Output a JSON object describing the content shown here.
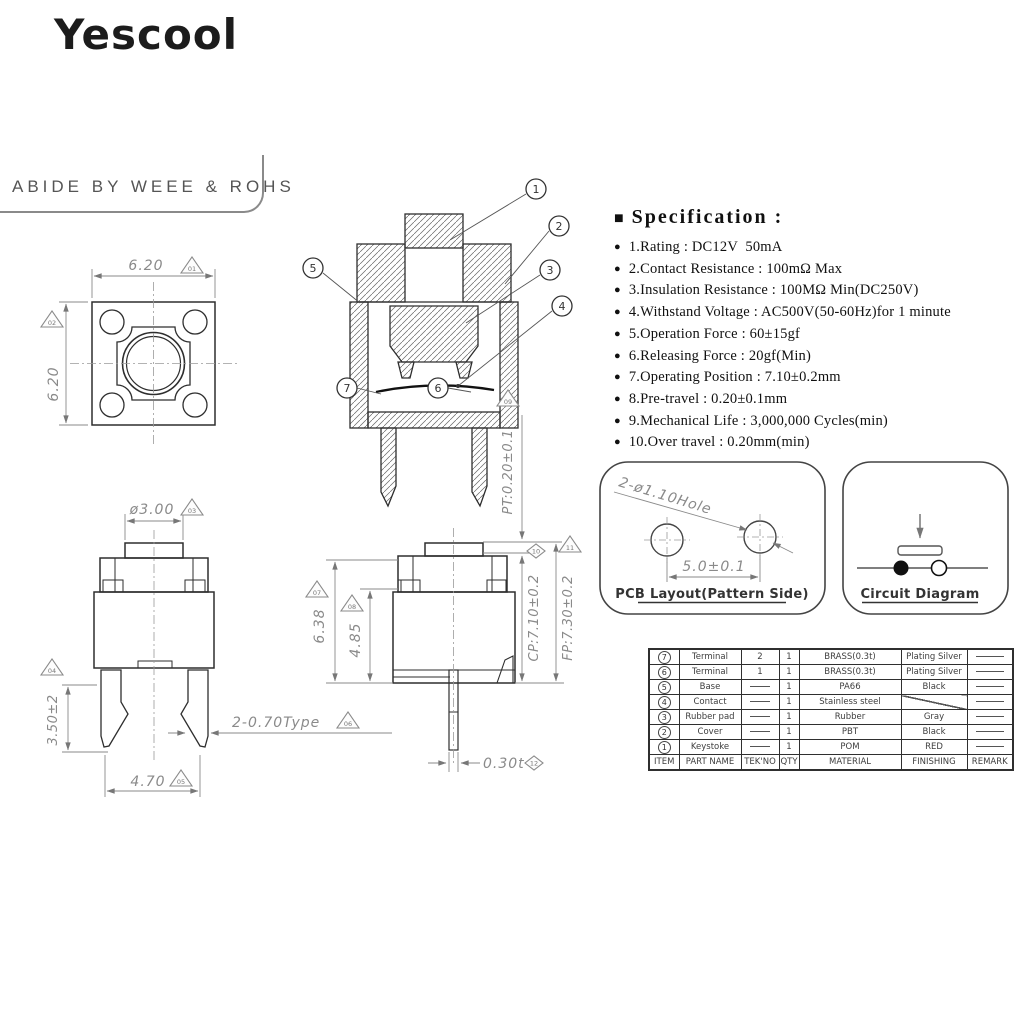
{
  "brand": "Yescool",
  "banner": "ABIDE BY WEEE & ROHS",
  "spec": {
    "marker": "■",
    "heading": "Specification :",
    "bullet": "●",
    "items": [
      "1.Rating : DC12V  50mA",
      "2.Contact Resistance : 100mΩ Max",
      "3.Insulation Resistance : 100MΩ Min(DC250V)",
      "4.Withstand Voltage : AC500V(50-60Hz)for 1 minute",
      "5.Operation Force : 60±15gf",
      "6.Releasing Force : 20gf(Min)",
      "7.Operating Position : 7.10±0.2mm",
      "8.Pre-travel : 0.20±0.1mm",
      "9.Mechanical Life : 3,000,000 Cycles(min)",
      "10.Over travel : 0.20mm(min)"
    ]
  },
  "dims": {
    "top_w": {
      "text": "6.20",
      "marker": "01"
    },
    "top_h": {
      "text": "6.20",
      "marker": "02"
    },
    "knob": {
      "text": "ø3.00",
      "marker": "03"
    },
    "leg_len": {
      "text": "3.50±2",
      "marker": "04"
    },
    "pitch": {
      "text": "4.70",
      "marker": "05"
    },
    "leg_w": {
      "text": "2-0.70Type",
      "marker": "06"
    },
    "body_h": {
      "text": "6.38",
      "marker": "07"
    },
    "upper_h": {
      "text": "4.85",
      "marker": "08"
    },
    "pre_travel": {
      "text": "PT:0.20±0.1",
      "marker": "09"
    },
    "op_pos": {
      "text": "CP:7.10±0.2",
      "marker": "10"
    },
    "free_pos": {
      "text": "FP:7.30±0.2",
      "marker": "11"
    },
    "pin_t": {
      "text": "0.30t",
      "marker": "12"
    }
  },
  "callouts": [
    "1",
    "2",
    "3",
    "4",
    "5",
    "6",
    "7"
  ],
  "pcb": {
    "hole_label": "2-ø1.10Hole",
    "pitch": "5.0±0.1",
    "caption": "PCB Layout(Pattern Side)"
  },
  "circuit": {
    "caption": "Circuit Diagram"
  },
  "table": {
    "footer": [
      "ITEM",
      "PART NAME",
      "TEK'NO",
      "QTY",
      "MATERIAL",
      "FINISHING",
      "REMARK"
    ],
    "rows": [
      {
        "item": "7",
        "part": "Terminal",
        "tekno": "2",
        "qty": "1",
        "material": "BRASS(0.3t)",
        "finishing": "Plating Silver"
      },
      {
        "item": "6",
        "part": "Terminal",
        "tekno": "1",
        "qty": "1",
        "material": "BRASS(0.3t)",
        "finishing": "Plating Silver"
      },
      {
        "item": "5",
        "part": "Base",
        "tekno": "",
        "qty": "1",
        "material": "PA66",
        "finishing": "Black"
      },
      {
        "item": "4",
        "part": "Contact",
        "tekno": "",
        "qty": "1",
        "material": "Stainless steel",
        "finishing": ""
      },
      {
        "item": "3",
        "part": "Rubber pad",
        "tekno": "",
        "qty": "1",
        "material": "Rubber",
        "finishing": "Gray"
      },
      {
        "item": "2",
        "part": "Cover",
        "tekno": "",
        "qty": "1",
        "material": "PBT",
        "finishing": "Black"
      },
      {
        "item": "1",
        "part": "Keystoke",
        "tekno": "",
        "qty": "1",
        "material": "POM",
        "finishing": "RED"
      }
    ]
  },
  "colors": {
    "line": "#2e2e2e",
    "dim": "#8a8a8a",
    "text": "#101010",
    "table_line": "#2f2f2f"
  }
}
